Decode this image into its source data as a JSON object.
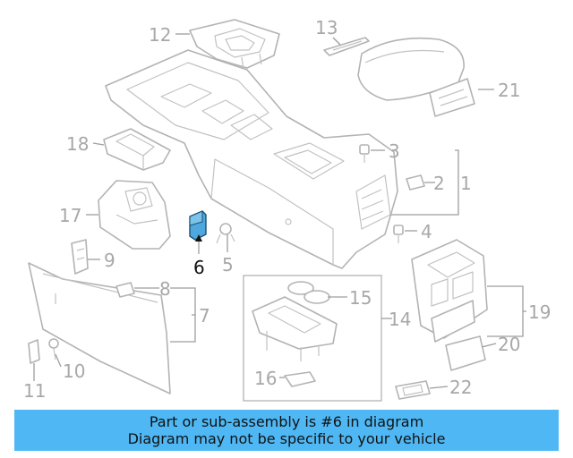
{
  "highlighted_part": "6",
  "callouts": {
    "c1": "1",
    "c2": "2",
    "c3": "3",
    "c4": "4",
    "c5": "5",
    "c6": "6",
    "c7": "7",
    "c8": "8",
    "c9": "9",
    "c10": "10",
    "c11": "11",
    "c12": "12",
    "c13": "13",
    "c14": "14",
    "c15": "15",
    "c16": "16",
    "c17": "17",
    "c18": "18",
    "c19": "19",
    "c20": "20",
    "c21": "21",
    "c22": "22"
  },
  "banner": {
    "line1": "Part or sub-assembly is #6 in diagram",
    "line2": "Diagram may not be specific to your vehicle"
  },
  "colors": {
    "banner_bg": "#4fb8f4",
    "highlight_fill": "#4ea8de",
    "line_art": "#b3b3b3",
    "callout_text": "#a8a8a8"
  }
}
